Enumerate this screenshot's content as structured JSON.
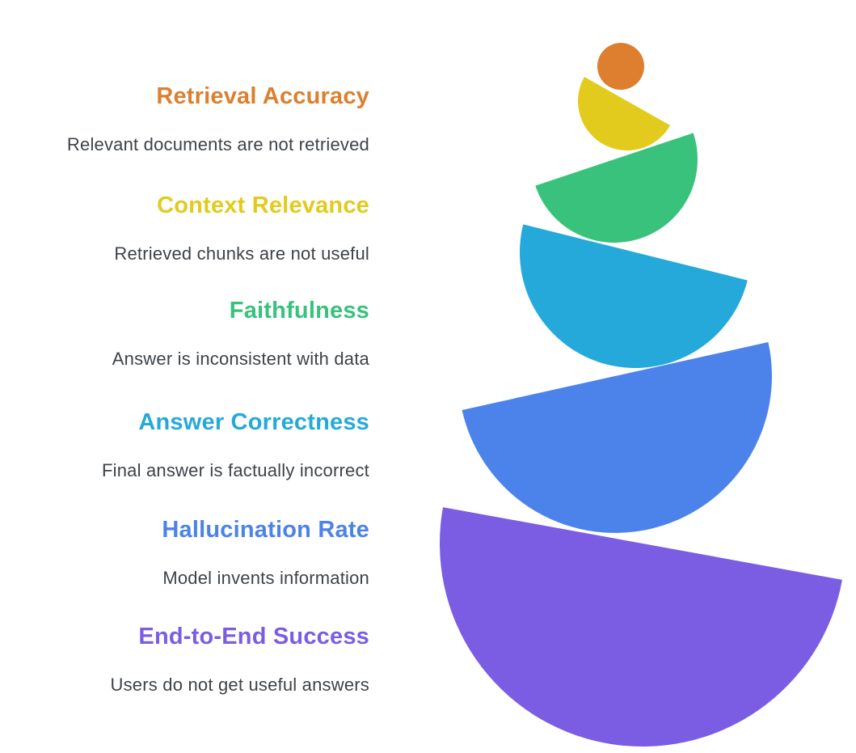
{
  "background": "#ffffff",
  "description_text_color": "#3e4348",
  "metrics": [
    {
      "label": "Retrieval Accuracy",
      "description": "Relevant documents are not retrieved",
      "color": "#dd7f2f",
      "shape": "circle"
    },
    {
      "label": "Context Relevance",
      "description": "Retrieved chunks are not useful",
      "color": "#e2cb1d",
      "shape": "semicircle"
    },
    {
      "label": "Faithfulness",
      "description": "Answer is inconsistent with data",
      "color": "#38c27c",
      "shape": "semicircle"
    },
    {
      "label": "Answer Correctness",
      "description": "Final answer is factually incorrect",
      "color": "#25a9db",
      "shape": "semicircle"
    },
    {
      "label": "Hallucination Rate",
      "description": "Model invents information",
      "color": "#4c83ea",
      "shape": "semicircle"
    },
    {
      "label": "End-to-End Success",
      "description": "Users do not get useful answers",
      "color": "#7b5de3",
      "shape": "semicircle"
    }
  ]
}
